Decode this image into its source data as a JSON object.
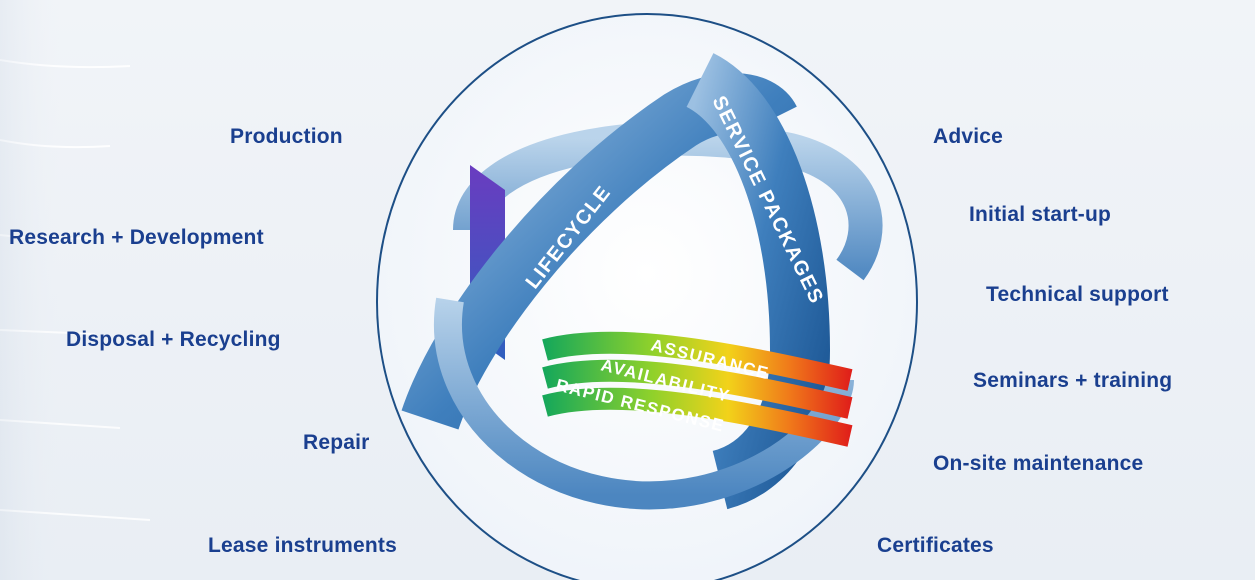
{
  "left_labels": [
    "Production",
    "Research + Development",
    "Disposal + Recycling",
    "Repair",
    "Lease instruments"
  ],
  "right_labels": [
    "Advice",
    "Initial start-up",
    "Technical support",
    "Seminars + training",
    "On-site maintenance",
    "Certificates"
  ],
  "ring_labels": {
    "lifecycle": "LIFECYCLE",
    "service": "SERVICE PACKAGES",
    "assurance": "ASSURANCE",
    "availability": "AVAILABILITY",
    "rapid": "RAPID RESPONSE"
  },
  "colors": {
    "label_text": "#1a3f8f",
    "circle_outline": "#1d4f86",
    "ring_blue": "#2f6fae",
    "ring_light": "#8fb6da"
  }
}
